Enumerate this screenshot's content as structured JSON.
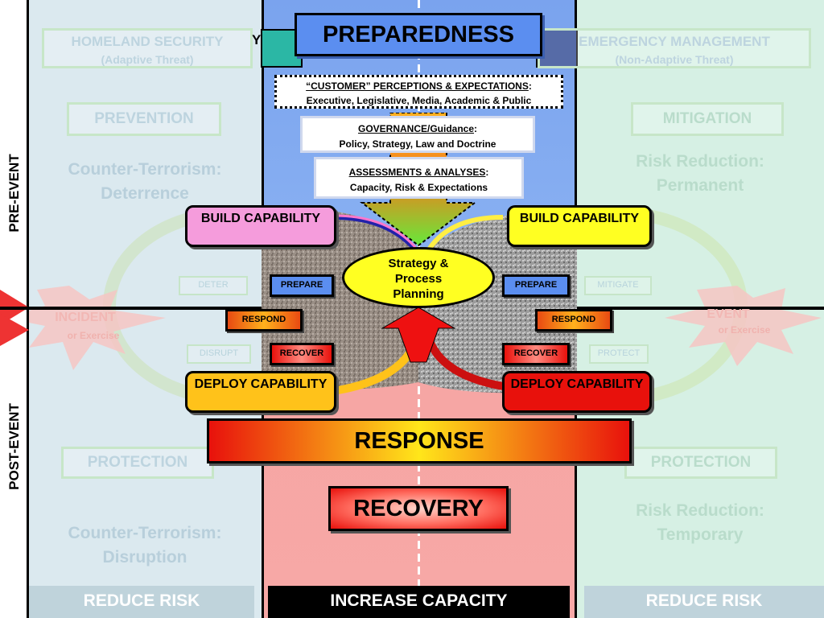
{
  "sidebar": {
    "pre_event": "PRE-EVENT",
    "post_event": "POST-EVENT"
  },
  "left": {
    "header": "HOMELAND SECURITY",
    "subheader": "(Adaptive Threat)",
    "prevention": "PREVENTION",
    "pre_text": "Counter-Terrorism: Deterrence",
    "incident": "INCIDENT",
    "incident_sub": "or Exercise",
    "deter": "DETER",
    "disrupt": "DISRUPT",
    "protection": "PROTECTION",
    "post_text": "Counter-Terrorism: Disruption",
    "bottom": "REDUCE RISK"
  },
  "right": {
    "header": "EMERGENCY MANAGEMENT",
    "subheader": "(Non-Adaptive Threat)",
    "mitigation": "MITIGATION",
    "pre_text": "Risk Reduction: Permanent",
    "event": "EVENT",
    "event_sub": "or Exercise",
    "mitigate": "MITIGATE",
    "protect": "PROTECT",
    "protection": "PROTECTION",
    "post_text": "Risk Reduction: Temporary",
    "bottom": "REDUCE RISK"
  },
  "center": {
    "preparedness": "PREPAREDNESS",
    "customer_title": "“CUSTOMER” PERCEPTIONS & EXPECTATIONS",
    "customer_colon": ":",
    "customer_sub": "Executive, Legislative, Media, Academic & Public",
    "governance_title": "GOVERNANCE/Guidance",
    "governance_colon": ":",
    "governance_sub": "Policy, Strategy, Law and Doctrine",
    "assess_title": "ASSESSMENTS & ANALYSES",
    "assess_colon": ":",
    "assess_sub": "Capacity, Risk & Expectations",
    "build_left": "BUILD CAPABILITY",
    "build_right": "BUILD CAPABILITY",
    "strategy": "Strategy & Process Planning",
    "prepare_left": "PREPARE",
    "prepare_right": "PREPARE",
    "respond_left": "RESPOND",
    "respond_right": "RESPOND",
    "recover_left": "RECOVER",
    "recover_right": "RECOVER",
    "deploy_left": "DEPLOY CAPABILITY",
    "deploy_right": "DEPLOY CAPABILITY",
    "response": "RESPONSE",
    "recovery": "RECOVERY",
    "bottom": "INCREASE CAPACITY"
  },
  "colors": {
    "build_left": "#f59cdc",
    "build_right": "#ffff22",
    "deploy_left": "#ffc21a",
    "deploy_right": "#e8110c",
    "preparedness": "#5b8ef0",
    "bottom_side": "#bfd3db",
    "bottom_center": "#000000"
  }
}
